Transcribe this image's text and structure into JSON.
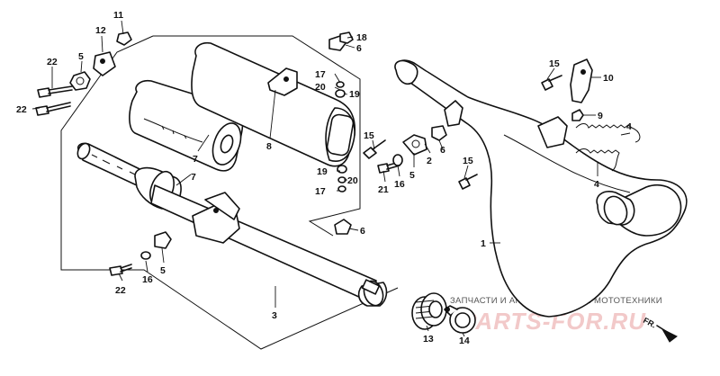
{
  "callouts": [
    {
      "id": "1",
      "label": "1"
    },
    {
      "id": "2",
      "label": "2"
    },
    {
      "id": "3",
      "label": "3"
    },
    {
      "id": "4a",
      "label": "4"
    },
    {
      "id": "4b",
      "label": "4"
    },
    {
      "id": "5a",
      "label": "5"
    },
    {
      "id": "5b",
      "label": "5"
    },
    {
      "id": "5c",
      "label": "5"
    },
    {
      "id": "6a",
      "label": "6"
    },
    {
      "id": "6b",
      "label": "6"
    },
    {
      "id": "6c",
      "label": "6"
    },
    {
      "id": "7",
      "label": "7"
    },
    {
      "id": "8",
      "label": "8"
    },
    {
      "id": "9",
      "label": "9"
    },
    {
      "id": "10",
      "label": "10"
    },
    {
      "id": "11",
      "label": "11"
    },
    {
      "id": "12",
      "label": "12"
    },
    {
      "id": "13",
      "label": "13"
    },
    {
      "id": "14",
      "label": "14"
    },
    {
      "id": "15a",
      "label": "15"
    },
    {
      "id": "15b",
      "label": "15"
    },
    {
      "id": "15c",
      "label": "15"
    },
    {
      "id": "16a",
      "label": "16"
    },
    {
      "id": "16b",
      "label": "16"
    },
    {
      "id": "17a",
      "label": "17"
    },
    {
      "id": "17b",
      "label": "17"
    },
    {
      "id": "18",
      "label": "18"
    },
    {
      "id": "19a",
      "label": "19"
    },
    {
      "id": "19b",
      "label": "19"
    },
    {
      "id": "20a",
      "label": "20"
    },
    {
      "id": "20b",
      "label": "20"
    },
    {
      "id": "21",
      "label": "21"
    },
    {
      "id": "22a",
      "label": "22"
    },
    {
      "id": "22b",
      "label": "22"
    },
    {
      "id": "22c",
      "label": "22"
    }
  ],
  "watermark": {
    "text": "ЗАПЧАСТИ И АКСЕССУАРЫ ДЛЯ МОТОТЕХНИКИ",
    "logo": "PARTS-FOR.RU"
  },
  "direction_label": "FR.",
  "colors": {
    "line": "#111111",
    "watermark_logo": "#f2c9c9"
  }
}
